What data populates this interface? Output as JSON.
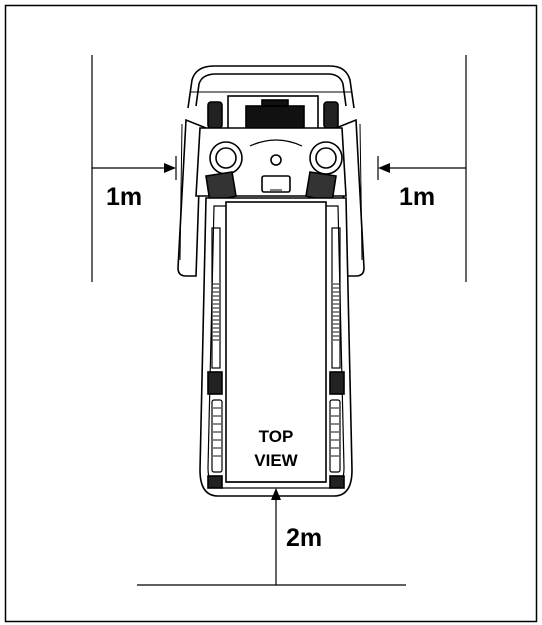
{
  "diagram": {
    "labels": {
      "left_clearance": "1m",
      "right_clearance": "1m",
      "rear_clearance": "2m",
      "view_line1": "TOP",
      "view_line2": "VIEW"
    }
  }
}
